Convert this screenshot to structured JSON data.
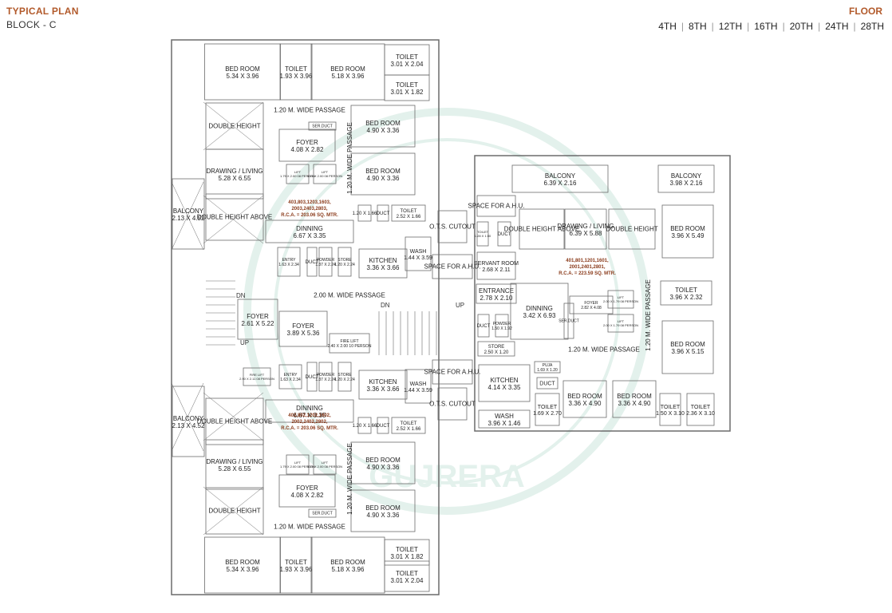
{
  "header": {
    "title": "TYPICAL PLAN",
    "subtitle": "BLOCK - C",
    "floor_label": "FLOOR",
    "floors": [
      "4TH",
      "8TH",
      "12TH",
      "16TH",
      "20TH",
      "24TH",
      "28TH"
    ]
  },
  "colors": {
    "title": "#b25a2b",
    "wall": "#6b6b6b",
    "unit_note": "#8a3a1a",
    "stamp": "#cde6dd"
  },
  "watermark": "GUJRERA",
  "rooms": [
    {
      "name": "BED ROOM",
      "size": "5.34 X 3.96"
    },
    {
      "name": "TOILET",
      "size": "1.93 X 3.96"
    },
    {
      "name": "BED ROOM",
      "size": "5.18 X 3.96"
    },
    {
      "name": "TOILET",
      "size": "3.01 X 2.04"
    },
    {
      "name": "TOILET",
      "size": "3.01 X 1.82"
    },
    {
      "name": "1.20 M. WIDE PASSAGE",
      "size": ""
    },
    {
      "name": "DOUBLE HEIGHT",
      "size": ""
    },
    {
      "name": "SER.DUCT",
      "size": ""
    },
    {
      "name": "FOYER",
      "size": "4.08 X 2.82"
    },
    {
      "name": "1.20 M. WIDE PASSAGE",
      "size": ""
    },
    {
      "name": "BED ROOM",
      "size": "4.90 X 3.36"
    },
    {
      "name": "DRAWING / LIVING",
      "size": "5.28 X 6.55"
    },
    {
      "name": "LIFT",
      "size": "1.79 X 2.00 08 PERSON"
    },
    {
      "name": "LIFT",
      "size": "1.79 X 2.00 08 PERSON"
    },
    {
      "name": "BED ROOM",
      "size": "4.90 X 3.36"
    },
    {
      "name": "BALCONY",
      "size": "2.13 X 4.52"
    },
    {
      "name": "DOUBLE HEIGHT ABOVE",
      "size": ""
    },
    {
      "name": "1.20 X 1.66",
      "size": ""
    },
    {
      "name": "DUCT",
      "size": ""
    },
    {
      "name": "TOILET",
      "size": "2.52 X 1.66"
    },
    {
      "name": "O.T.S. CUTOUT",
      "size": ""
    },
    {
      "name": "DINNING",
      "size": "6.67 X 3.35"
    },
    {
      "name": "WASH",
      "size": "1.44 X 3.59"
    },
    {
      "name": "ENTRY",
      "size": "1.63 X 2.34"
    },
    {
      "name": "DUCT",
      "size": ""
    },
    {
      "name": "POWDER",
      "size": "1.37 X 2.24"
    },
    {
      "name": "STORE",
      "size": "1.20 X 2.24"
    },
    {
      "name": "KITCHEN",
      "size": "3.36 X 3.66"
    },
    {
      "name": "SPACE FOR A.H.U.",
      "size": ""
    },
    {
      "name": "2.00 M. WIDE PASSAGE",
      "size": ""
    },
    {
      "name": "FOYER",
      "size": "2.61 X 5.22"
    },
    {
      "name": "FOYER",
      "size": "3.89 X 5.36"
    },
    {
      "name": "FIRE LIFT",
      "size": "2.40 X 2.00 10 PERSON"
    },
    {
      "name": "FIRE LIFT",
      "size": "2.90 X 2.11 08 PERSON"
    },
    {
      "name": "ENTRY",
      "size": "1.63 X 2.34"
    },
    {
      "name": "DUCT",
      "size": ""
    },
    {
      "name": "POWDER",
      "size": "1.37 X 2.24"
    },
    {
      "name": "STORE",
      "size": "1.20 X 2.24"
    },
    {
      "name": "KITCHEN",
      "size": "3.36 X 3.66"
    },
    {
      "name": "WASH",
      "size": "1.44 X 3.59"
    },
    {
      "name": "SPACE FOR A.H.U.",
      "size": ""
    },
    {
      "name": "BALCONY",
      "size": "2.13 X 4.52"
    },
    {
      "name": "DOUBLE HEIGHT ABOVE",
      "size": ""
    },
    {
      "name": "DINNING",
      "size": "6.67 X 3.35"
    },
    {
      "name": "1.20 X 1.66",
      "size": ""
    },
    {
      "name": "DUCT",
      "size": ""
    },
    {
      "name": "TOILET",
      "size": "2.52 X 1.66"
    },
    {
      "name": "O.T.S. CUTOUT",
      "size": ""
    },
    {
      "name": "DRAWING / LIVING",
      "size": "5.28 X 6.55"
    },
    {
      "name": "LIFT",
      "size": "1.79 X 2.00 08 PERSON"
    },
    {
      "name": "LIFT",
      "size": "1.79 X 2.00 08 PERSON"
    },
    {
      "name": "BED ROOM",
      "size": "4.90 X 3.36"
    },
    {
      "name": "FOYER",
      "size": "4.08 X 2.82"
    },
    {
      "name": "SER.DUCT",
      "size": ""
    },
    {
      "name": "BED ROOM",
      "size": "4.90 X 3.36"
    },
    {
      "name": "DOUBLE HEIGHT",
      "size": ""
    },
    {
      "name": "1.20 M. WIDE PASSAGE",
      "size": ""
    },
    {
      "name": "1.20 M. WIDE PASSAGE",
      "size": ""
    },
    {
      "name": "BED ROOM",
      "size": "5.34 X 3.96"
    },
    {
      "name": "TOILET",
      "size": "1.93 X 3.96"
    },
    {
      "name": "BED ROOM",
      "size": "5.18 X 3.96"
    },
    {
      "name": "TOILET",
      "size": "3.01 X 1.82"
    },
    {
      "name": "TOILET",
      "size": "3.01 X 2.04"
    },
    {
      "name": "BALCONY",
      "size": "6.39 X 2.16"
    },
    {
      "name": "BALCONY",
      "size": "3.98 X 2.16"
    },
    {
      "name": "SPACE FOR A.H.U.",
      "size": ""
    },
    {
      "name": "TOILET",
      "size": "1.28 X 1.50"
    },
    {
      "name": "DUCT",
      "size": ""
    },
    {
      "name": "DOUBLE HEIGHT ABOVE",
      "size": ""
    },
    {
      "name": "DRAWING / LIVING",
      "size": "6.39 X 5.88"
    },
    {
      "name": "DOUBLE HEIGHT",
      "size": ""
    },
    {
      "name": "BED ROOM",
      "size": "3.96 X 5.49"
    },
    {
      "name": "SERVANT ROOM",
      "size": "2.68 X 2.11"
    },
    {
      "name": "ENTRANCE",
      "size": "2.78 X 2.10"
    },
    {
      "name": "DINNING",
      "size": "3.42 X 6.93"
    },
    {
      "name": "FOYER",
      "size": "2.82 X 4.08"
    },
    {
      "name": "LIFT",
      "size": "2.00 X 1.79 08 PERSON"
    },
    {
      "name": "LIFT",
      "size": "2.00 X 1.79 08 PERSON"
    },
    {
      "name": "SER.DUCT",
      "size": ""
    },
    {
      "name": "TOILET",
      "size": "3.96 X 2.32"
    },
    {
      "name": "1.20 M. WIDE PASSAGE",
      "size": ""
    },
    {
      "name": "DUCT",
      "size": ""
    },
    {
      "name": "POWDER",
      "size": "1.50 X 1.92"
    },
    {
      "name": "STORE",
      "size": "2.50 X 1.20"
    },
    {
      "name": "1.20 M. WIDE PASSAGE",
      "size": ""
    },
    {
      "name": "BED ROOM",
      "size": "3.96 X 5.15"
    },
    {
      "name": "PUJA",
      "size": "1.69 X 1.20"
    },
    {
      "name": "DUCT",
      "size": ""
    },
    {
      "name": "KITCHEN",
      "size": "4.14 X 3.35"
    },
    {
      "name": "TOILET",
      "size": "1.69 X 2.70"
    },
    {
      "name": "BED ROOM",
      "size": "3.36 X 4.90"
    },
    {
      "name": "BED ROOM",
      "size": "3.36 X 4.90"
    },
    {
      "name": "TOILET",
      "size": "1.50 X 3.10"
    },
    {
      "name": "TOILET",
      "size": "2.36 X 3.10"
    },
    {
      "name": "WASH",
      "size": "3.96 X 1.46"
    }
  ],
  "units": [
    {
      "lines": [
        "403,803,1203,1603,",
        "2003,2403,2803,",
        "R.C.A. = 203.06 SQ. MTR."
      ]
    },
    {
      "lines": [
        "402,802,1202,1602,",
        "2002,2402,2802,",
        "R.C.A. = 203.06 SQ. MTR."
      ]
    },
    {
      "lines": [
        "401,801,1201,1601,",
        "2001,2401,2801,",
        "R.C.A. = 223.59 SQ. MTR."
      ]
    }
  ],
  "stairs": {
    "dn": "DN",
    "up": "UP"
  }
}
